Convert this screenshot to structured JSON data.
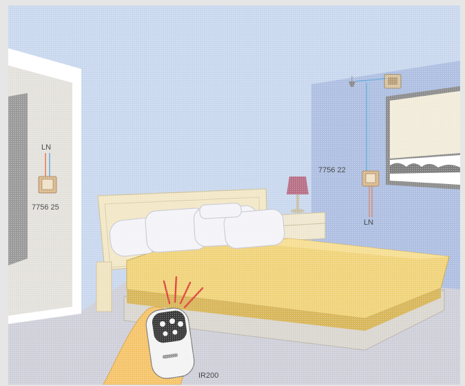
{
  "labels": {
    "left_wire": "LN",
    "left_switch_code": "7756 25",
    "right_switch_code": "7756 22",
    "right_wire": "LN",
    "remote_model": "IR200"
  },
  "colors": {
    "frame": "#e6e6e6",
    "left_wall": "#c9d8ee",
    "back_wall": "#aebfe2",
    "floor": "#cfcfd9",
    "bedspread": "#f0d37a",
    "bedspread_shadow": "#d8b65a",
    "headboard": "#f2e7c6",
    "pillow": "#f4f4f8",
    "lampshade": "#b76f86",
    "neutral_wire": "#6aa9d8",
    "live_wire": "#e07a52",
    "ir_signal": "#e0453c",
    "hand": "#f5c46a"
  },
  "icons": {
    "left_switch": "wall-switch-icon",
    "right_switch": "wall-switch-icon",
    "ceiling_light": "ceiling-light-icon",
    "wall_receiver": "receiver-box-icon",
    "remote": "remote-control-icon"
  }
}
